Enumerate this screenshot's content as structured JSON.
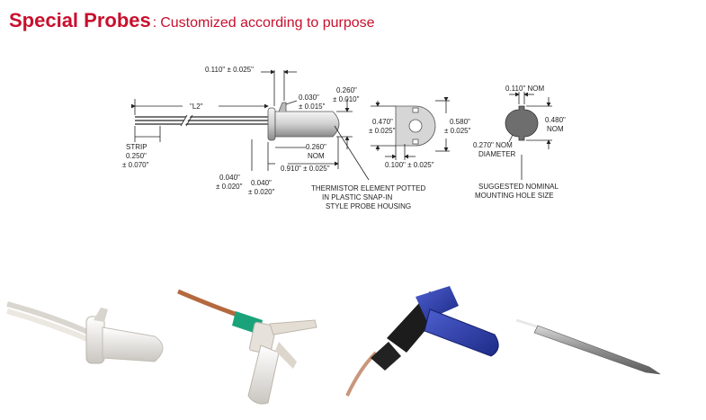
{
  "header": {
    "title": "Special Probes",
    "separator": ":",
    "subtitle": "Customized according to purpose"
  },
  "drawing": {
    "dim_top_offset": "0.110\" ± 0.025\"",
    "dim_l2": "\"L2\"",
    "dim_0030_a": "0.030\"",
    "dim_0030_b": "± 0.015\"",
    "dim_0260_a": "0.260\"",
    "dim_0260_b": "± 0.010\"",
    "strip_1": "STRIP",
    "strip_2": "0.250\"",
    "strip_3": "± 0.070\"",
    "dim_0260nom_1": "0.260\"",
    "dim_0260nom_2": "NOM",
    "dim_0910": "0.910\" ± 0.025\"",
    "dim_0040a_1": "0.040\"",
    "dim_0040a_2": "± 0.020\"",
    "dim_0040b_1": "0.040\"",
    "dim_0040b_2": "± 0.020\"",
    "note_1": "THERMISTOR ELEMENT POTTED",
    "note_2": "IN PLASTIC SNAP-IN",
    "note_3": "STYLE PROBE HOUSING",
    "dim_0470_1": "0.470\"",
    "dim_0470_2": "± 0.025\"",
    "dim_0580_1": "0.580\"",
    "dim_0580_2": "± 0.025\"",
    "dim_0100": "0.100\" ± 0.025\"",
    "dim_0110nom": "0.110\" NOM",
    "dim_0480_1": "0.480\"",
    "dim_0480_2": "NOM",
    "dim_0270_1": "0.270\" NOM",
    "dim_0270_2": "DIAMETER",
    "hole_1": "SUGGESTED NOMINAL",
    "hole_2": "MOUNTING HOLE SIZE"
  },
  "colors": {
    "accent": "#c8102e",
    "blue_housing": "#2b3aa8",
    "green_sleeve": "#1aa37a",
    "copper_wire": "#b5693f"
  }
}
